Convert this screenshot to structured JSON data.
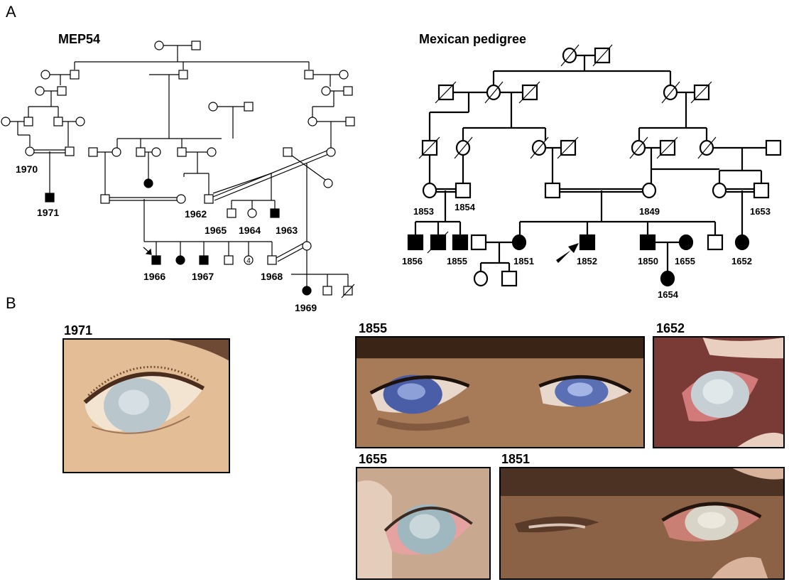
{
  "panels": {
    "a": "A",
    "b": "B"
  },
  "pedigree_left": {
    "title": "MEP54",
    "ids": {
      "i1970": "1970",
      "i1971": "1971",
      "i1962": "1962",
      "i1965": "1965",
      "i1964": "1964",
      "i1963": "1963",
      "i1966": "1966",
      "i1967": "1967",
      "i1968": "1968",
      "i1969": "1969"
    },
    "sibcount": "4"
  },
  "pedigree_right": {
    "title": "Mexican pedigree",
    "ids": {
      "i1853": "1853",
      "i1854": "1854",
      "i1849": "1849",
      "i1653": "1653",
      "i1856": "1856",
      "i1855": "1855",
      "i1851": "1851",
      "i1852": "1852",
      "i1850": "1850",
      "i1655": "1655",
      "i1652": "1652",
      "i1654": "1654"
    }
  },
  "photos": {
    "p1971": "1971",
    "p1855": "1855",
    "p1652": "1652",
    "p1655": "1655",
    "p1851": "1851"
  },
  "colors": {
    "affected": "#000000",
    "unaffected": "#ffffff",
    "skin_light": "#d9b48e",
    "skin_dark": "#8b6246",
    "iris_opaque": "#b9c6cc",
    "iris_blue": "#5b6fb5",
    "conjunctiva": "#d27a7a"
  }
}
